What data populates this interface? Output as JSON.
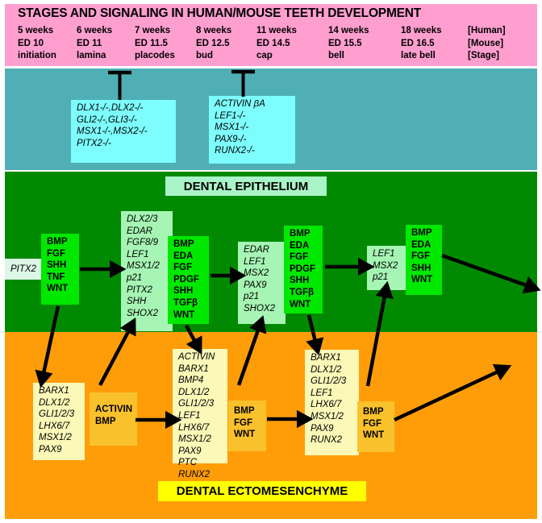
{
  "header": {
    "title": "STAGES AND SIGNALING IN HUMAN/MOUSE TEETH DEVELOPMENT",
    "row_labels": [
      "[Human]",
      "[Mouse]",
      "[Stage]"
    ],
    "stages": [
      {
        "human": "5 weeks",
        "mouse": "ED 10",
        "stage": "initiation"
      },
      {
        "human": "6 weeks",
        "mouse": "ED 11",
        "stage": "lamina"
      },
      {
        "human": "7 weeks",
        "mouse": "ED 11.5",
        "stage": "placodes"
      },
      {
        "human": "8 weeks",
        "mouse": "ED 12.5",
        "stage": "bud"
      },
      {
        "human": "11 weeks",
        "mouse": "ED 14.5",
        "stage": "cap"
      },
      {
        "human": "14 weeks",
        "mouse": "ED 15.5",
        "stage": "bell"
      },
      {
        "human": "18 weeks",
        "mouse": "ED 16.5",
        "stage": "late bell"
      }
    ]
  },
  "knockouts": {
    "box1": [
      "DLX1-/-,DLX2-/-",
      "GLI2-/-,GLI3-/-",
      "MSX1-/-,MSX2-/-",
      "PITX2-/-"
    ],
    "box2": [
      "ACTIVIN βA",
      "LEF1-/-",
      "MSX1-/-",
      "PAX9-/-",
      "RUNX2-/-"
    ]
  },
  "epithelium": {
    "banner": "DENTAL EPITHELIUM",
    "pitx2": [
      "PITX2"
    ],
    "signal1": [
      "BMP",
      "FGF",
      "SHH",
      "TNF",
      "WNT"
    ],
    "targets1": [
      "DLX2/3",
      "EDAR",
      "FGF8/9",
      "LEF1",
      "MSX1/2",
      "p21",
      "PITX2",
      "SHH",
      "SHOX2"
    ],
    "signal2": [
      "BMP",
      "EDA",
      "FGF",
      "PDGF",
      "SHH",
      "TGFβ",
      "WNT"
    ],
    "targets2": [
      "EDAR",
      "LEF1",
      "MSX2",
      "PAX9",
      "p21",
      "SHOX2"
    ],
    "signal3": [
      "BMP",
      "EDA",
      "FGF",
      "PDGF",
      "SHH",
      "TGFβ",
      "WNT"
    ],
    "targets3": [
      "LEF1",
      "MSX2",
      "p21"
    ],
    "signal4": [
      "BMP",
      "EDA",
      "FGF",
      "SHH",
      "WNT"
    ]
  },
  "mesenchyme": {
    "banner": "DENTAL ECTOMESENCHYME",
    "targets1": [
      "BARX1",
      "DLX1/2",
      "GLI1/2/3",
      "LHX6/7",
      "MSX1/2",
      "PAX9"
    ],
    "signal1": [
      "ACTIVIN",
      "BMP"
    ],
    "targets2": [
      "ACTIVIN",
      "BARX1",
      "BMP4",
      "DLX1/2",
      "GLI1/2/3",
      "LEF1",
      "LHX6/7",
      "MSX1/2",
      "PAX9",
      "PTC",
      "RUNX2"
    ],
    "signal2": [
      "BMP",
      "FGF",
      "WNT"
    ],
    "targets3": [
      "BARX1",
      "DLX1/2",
      "GLI1/2/3",
      "LEF1",
      "LHX6/7",
      "MSX1/2",
      "PAX9",
      "RUNX2"
    ],
    "signal3": [
      "BMP",
      "FGF",
      "WNT"
    ]
  },
  "colors": {
    "header_band": "#FF9FD0",
    "knockout_band": "#4FAFB5",
    "epithelium_band": "#018A01",
    "mesenchyme_band": "#FF9D08",
    "knockout_box": "#7DFDFD",
    "target_epi_box": "#A6F5B4",
    "signal_epi_box": "#00E800",
    "target_mes_box": "#FBF8B8",
    "signal_mes_box": "#F9C12B",
    "banner_epi": "#AAF5C8",
    "banner_mes": "#FFFF00",
    "arrow": "#000000"
  }
}
